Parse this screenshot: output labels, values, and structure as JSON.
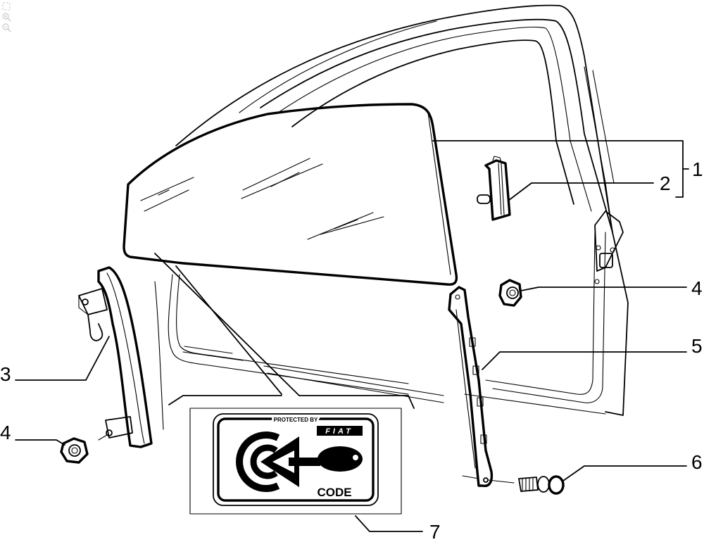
{
  "viewer": {
    "controls": [
      {
        "name": "fit-to-window",
        "icon": "fit-icon"
      },
      {
        "name": "zoom-in",
        "icon": "zoom-in-icon"
      },
      {
        "name": "zoom-out",
        "icon": "zoom-out-icon"
      }
    ]
  },
  "diagram": {
    "type": "exploded-parts-view",
    "subject": "front door window glass assembly",
    "callouts": [
      {
        "number": "1",
        "part": "door window glass (bracket group with 2)"
      },
      {
        "number": "2",
        "part": "glass guide slider"
      },
      {
        "number": "3",
        "part": "rear glass guide channel"
      },
      {
        "number": "4",
        "part": "flange nut (lower left)"
      },
      {
        "number": "4",
        "part": "flange nut (right)"
      },
      {
        "number": "5",
        "part": "front glass guide channel"
      },
      {
        "number": "6",
        "part": "bolt with washer"
      },
      {
        "number": "7",
        "part": "Fiat CODE label on glass"
      }
    ],
    "label_7": {
      "header": "PROTECTED BY",
      "brand": "FIAT",
      "footer": "CODE"
    }
  }
}
